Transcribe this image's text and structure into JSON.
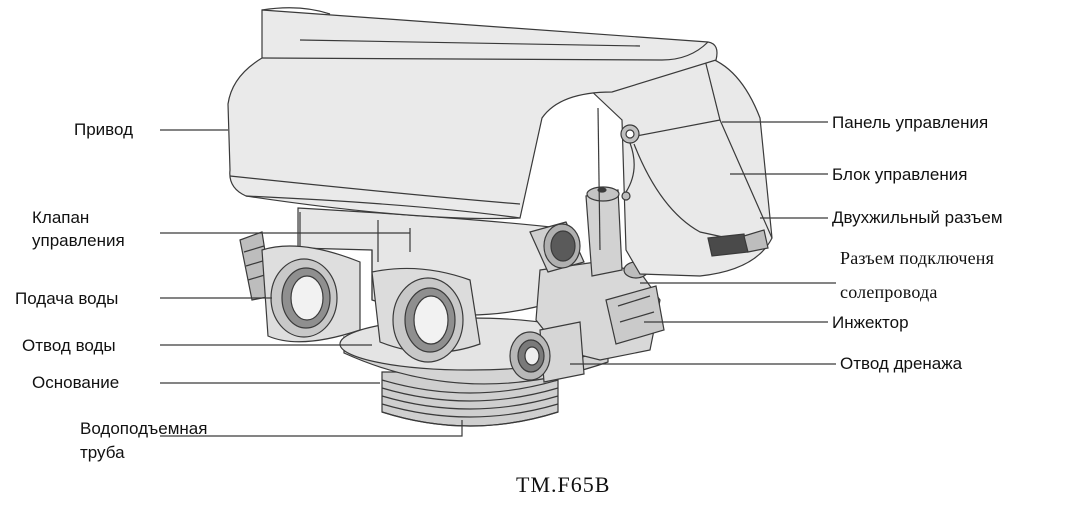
{
  "labels": {
    "privod": "Привод",
    "klapan_line1": "Клапан",
    "klapan_line2": "управления",
    "podacha": "Подача воды",
    "otvod_vody": "Отвод воды",
    "osnovanie": "Основание",
    "truba_line1": "Водоподъемная",
    "truba_line2": "труба",
    "panel": "Панель управления",
    "blok": "Блок управления",
    "razem2": "Двухжильный разъем",
    "solenoid_line1": "Разъем подключеня",
    "solenoid_line2": "солепровода",
    "injector": "Инжектор",
    "drenazh": "Отвод дренажа"
  },
  "caption": "TM.F65B",
  "colors": {
    "line": "#3a3a3a",
    "fill": "#d9d9d9",
    "fill_light": "#e9e9e9",
    "fill_dark": "#a8a8a8"
  }
}
